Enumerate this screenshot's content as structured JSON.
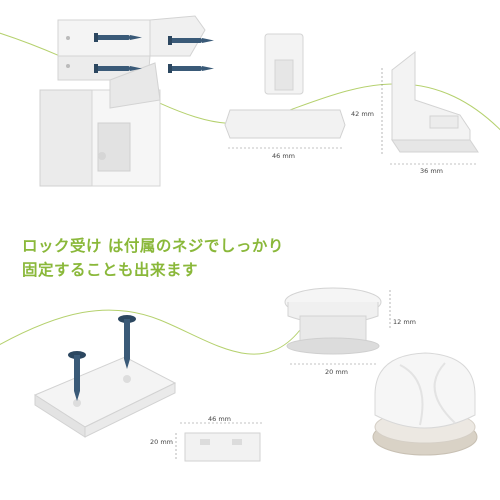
{
  "caption": {
    "line1": "ロック受け は付属のネジでしっかり",
    "line2": "固定することも出来ます"
  },
  "dimensions": {
    "catch_width": "46 mm",
    "lock_height": "42 mm",
    "lock_depth": "36 mm",
    "key_height": "12 mm",
    "key_width": "20 mm",
    "plate_width": "46 mm",
    "plate_height": "20 mm"
  },
  "colors": {
    "accent": "#8ab83a",
    "plastic": "#f2f2f2",
    "shadow": "#d9d9d9",
    "screw": "#3a5a78"
  }
}
